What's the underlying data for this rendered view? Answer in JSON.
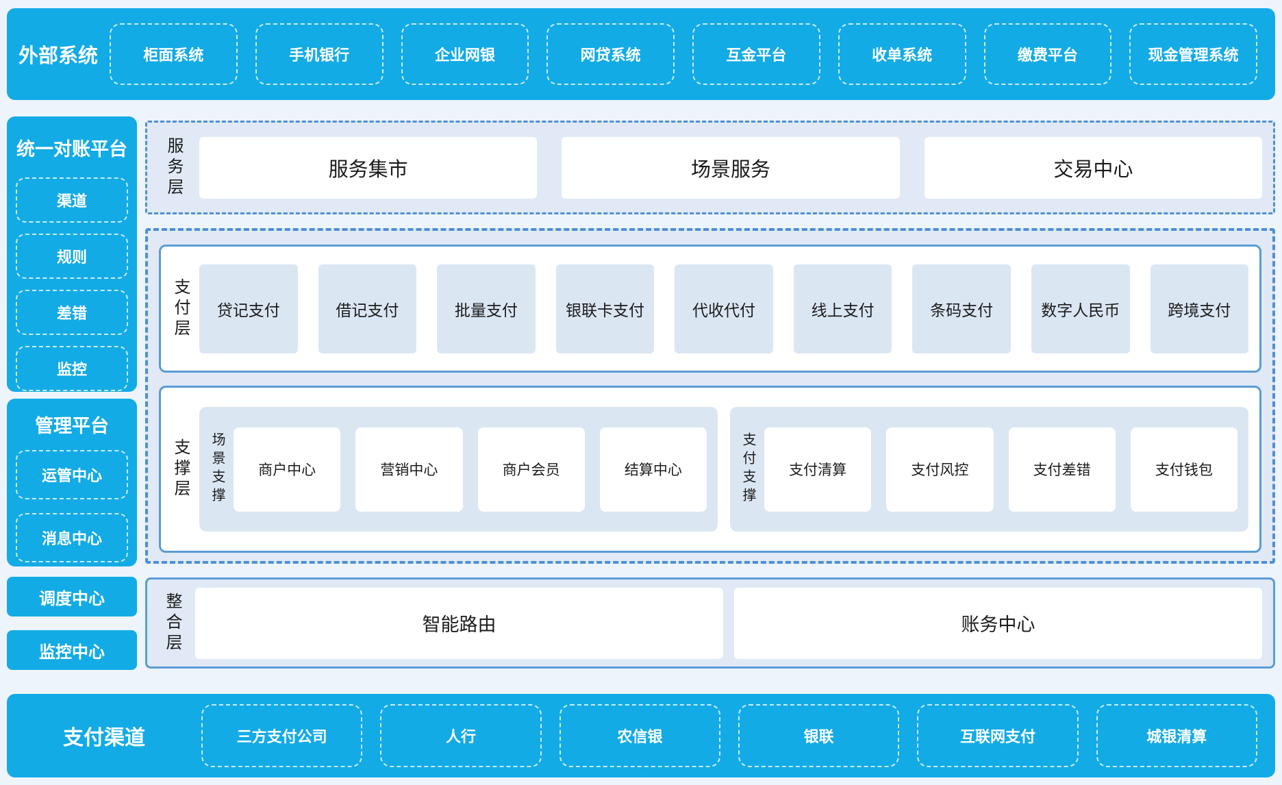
{
  "colors": {
    "brand_blue": "#12abe6",
    "section_bg": "#e0e9f5",
    "box_bg": "#dbe6f3",
    "panel_border": "#5b9bd5",
    "dash_border": "#4e90d2",
    "page_bg": "#eef4fb",
    "dark_text": "#1b1b1b",
    "white": "#ffffff"
  },
  "external_systems": {
    "title": "外部系统",
    "items": [
      "柜面系统",
      "手机银行",
      "企业网银",
      "网贷系统",
      "互金平台",
      "收单系统",
      "缴费平台",
      "现金管理系统"
    ]
  },
  "sidebar": {
    "reconciliation_platform": {
      "title": "统一对账平台",
      "items": [
        "渠道",
        "规则",
        "差错",
        "监控"
      ]
    },
    "management_platform": {
      "title": "管理平台",
      "items": [
        "运管中心",
        "消息中心"
      ]
    },
    "dispatch_center": "调度中心",
    "monitor_center": "监控中心"
  },
  "layers": {
    "service_layer": {
      "label": "服务层",
      "items": [
        "服务集市",
        "场景服务",
        "交易中心"
      ]
    },
    "payment_layer": {
      "label": "支付层",
      "items": [
        "贷记支付",
        "借记支付",
        "批量支付",
        "银联卡支付",
        "代收代付",
        "线上支付",
        "条码支付",
        "数字人民币",
        "跨境支付"
      ]
    },
    "support_layer": {
      "label": "支撑层",
      "groups": [
        {
          "label": "场景支撑",
          "items": [
            "商户中心",
            "营销中心",
            "商户会员",
            "结算中心"
          ]
        },
        {
          "label": "支付支撑",
          "items": [
            "支付清算",
            "支付风控",
            "支付差错",
            "支付钱包"
          ]
        }
      ]
    },
    "integration_layer": {
      "label": "整合层",
      "items": [
        "智能路由",
        "账务中心"
      ]
    }
  },
  "payment_channels": {
    "title": "支付渠道",
    "items": [
      "三方支付公司",
      "人行",
      "农信银",
      "银联",
      "互联网支付",
      "城银清算"
    ]
  }
}
